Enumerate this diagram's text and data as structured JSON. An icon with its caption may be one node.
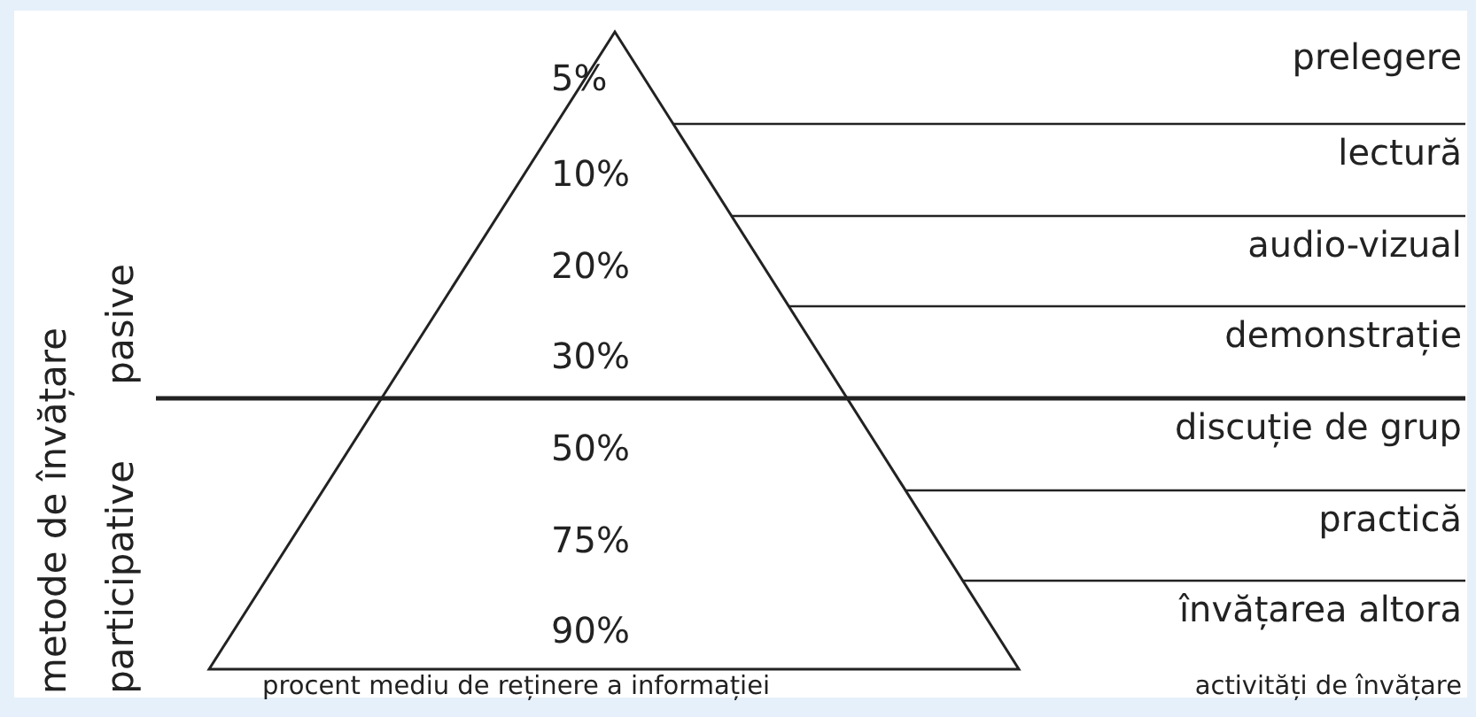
{
  "diagram": {
    "labels": [
      "5%",
      "prelegere",
      "10%",
      "lectură",
      "20%",
      "audio-vizual",
      "30%",
      "demonstrație",
      "50%",
      "discuție de grup",
      "75%",
      "practică",
      "90%",
      "învățarea altora",
      "metode de învățare",
      "pasive",
      "participative",
      "procent mediu de reținere a informației",
      "activități de învățare"
    ]
  }
}
